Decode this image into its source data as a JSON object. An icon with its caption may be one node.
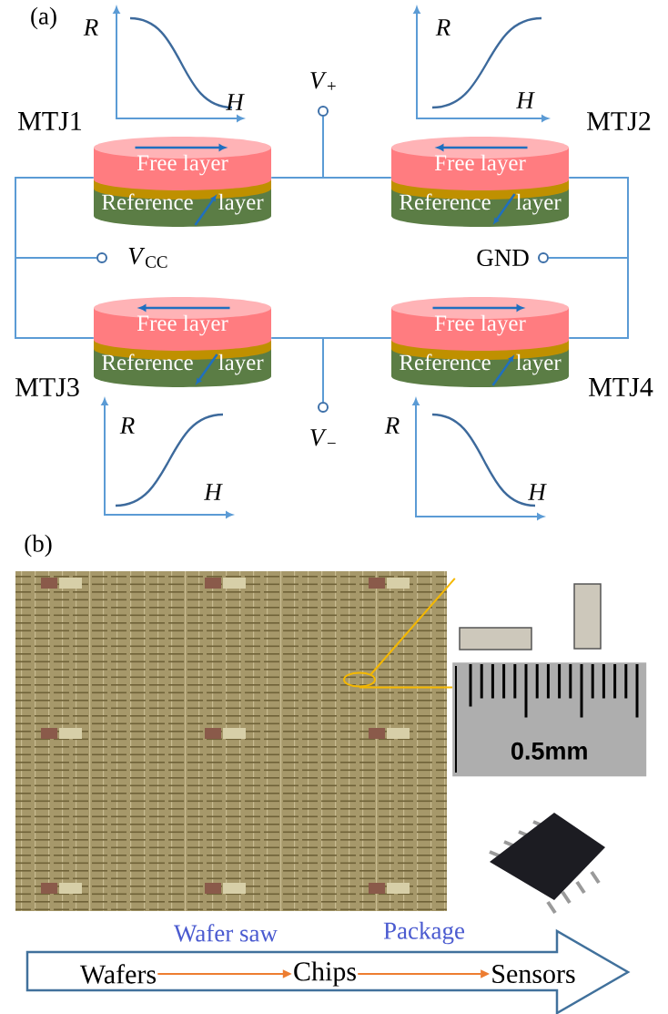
{
  "diagram": {
    "nodes": [
      {
        "text": [
          "Free layer",
          "Reference layer"
        ],
        "beside": [
          "MTJ1"
        ]
      },
      {
        "text": [
          "Free layer",
          "Reference layer"
        ],
        "beside": [
          "MTJ2"
        ]
      },
      {
        "text": [
          "Free layer",
          "Reference layer"
        ],
        "beside": [
          "MTJ3"
        ]
      },
      {
        "text": [
          "Free layer",
          "Reference layer"
        ],
        "beside": [
          "MTJ4"
        ]
      },
      {
        "text": [],
        "shape": "circle",
        "beside": [
          "*V*$_{+}$"
        ]
      },
      {
        "text": [],
        "shape": "circle",
        "beside": [
          "*V*$_{CC}$"
        ]
      },
      {
        "text": [],
        "shape": "circle",
        "beside": [
          "GND"
        ]
      },
      {
        "text": [],
        "shape": "circle",
        "beside": [
          "*V*$_{−}$"
        ]
      },
      {
        "text": [],
        "shape": "picture"
      },
      {
        "text": [],
        "shape": "circle",
        "in": 8
      },
      {
        "text": [],
        "shape": "picture"
      },
      {
        "text": [
          "0.5mm"
        ]
      },
      {
        "text": [],
        "shape": "picture"
      },
      {
        "text": [],
        "shape": "arrow"
      },
      {
        "text": [
          "Wafers"
        ],
        "in": 13
      },
      {
        "text": [
          "Chips"
        ],
        "in": 13
      },
      {
        "text": [
          "Sensors"
        ],
        "in": 13
      }
    ],
    "edges": [
      {
        "from": 4,
        "to": 0,
        "arrow": "none"
      },
      {
        "from": 4,
        "to": 1,
        "arrow": "none"
      },
      {
        "from": 5,
        "to": 0,
        "arrow": "none"
      },
      {
        "from": 5,
        "to": 2,
        "arrow": "none"
      },
      {
        "from": 6,
        "to": 1,
        "arrow": "none"
      },
      {
        "from": 6,
        "to": 3,
        "arrow": "none"
      },
      {
        "from": 7,
        "to": 2,
        "arrow": "none"
      },
      {
        "from": 7,
        "to": 3,
        "arrow": "none"
      },
      {
        "from": 9,
        "to": 10,
        "arrow": "none",
        "color": "#f5b800"
      },
      {
        "from": 9,
        "to": 11,
        "arrow": "none",
        "color": "#f5b800"
      },
      {
        "from": 14,
        "to": 15,
        "arrow": "to",
        "color": "#ed7d31"
      },
      {
        "from": 15,
        "to": 16,
        "arrow": "to",
        "color": "#ed7d31"
      }
    ],
    "labels": [
      "(a)",
      "R",
      "H",
      "R",
      "H",
      "R",
      "H",
      "R",
      "H",
      "(b)",
      "Wafer saw",
      "Package"
    ]
  }
}
